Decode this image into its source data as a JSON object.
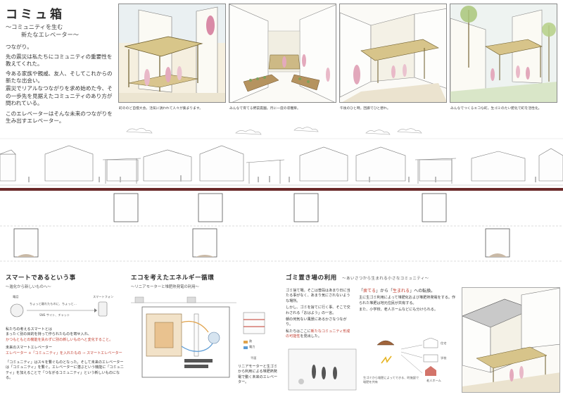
{
  "title": {
    "main": "コミュ箱",
    "sub_line1": "〜コミュニティを生む",
    "sub_line2": "新たなエレベーター〜",
    "paragraphs": [
      "つながり。",
      "先の震災は私たちにコミュニティの重要性を教えてくれた。",
      "今ある家族や親戚、友人、そしてこれからの新たな出会い。",
      "震災でリアルなつながりを求め始めた今、その一歩先を見据えたコミュニティのあり方が問われている。",
      "このエレベーターはそんな未来のつながりを生み出すエレベーター。"
    ]
  },
  "captions": [
    "町ののど自慢大会。活気に誘われて人々が集まります。",
    "みんなで育てる野菜農園。月に一度の収穫祭。",
    "午後のひと時。回廊でひと憩れ。",
    "みんなでつくるエコな町。生ゴミのたい肥化で町を活性化。"
  ],
  "col1": {
    "heading": "スマートであるという事",
    "subheading": "〜進化から新しいものへ〜",
    "diagram_labels": {
      "left": "電話",
      "mid_top": "ちょっと離れたものに、ちょっと…",
      "mid_bottom": "SNS サイト、チャット",
      "right": "スマートフォン"
    },
    "body1": "私たちの考えるスマートとは",
    "body2": "まったく別の目的を持って作られたものを寄せ入れ、",
    "body3_red": "かつもともとの機能を失わずに別の新しいものへと変化すること。",
    "future_label": "未来のスマートエレベーター",
    "formula_red": "エレベーター +「コミュニティ」を入れたもの → スマートエレベーター",
    "body4": "「コミュニティ」はスキを繋ぐものとなった。そして未来のエレベーターは「コミュニティ」を繋ぐ。エレベーターに潜ぶという機能に「コミュニティ」を加えることで「つながるコミュニティ」という新しいものになる。"
  },
  "col2": {
    "heading": "エコを考えたエネルギー循環",
    "subheading": "〜リニアモーターと堆肥熱発電の利用〜",
    "legend": [
      "熱",
      "電力"
    ],
    "plan_label": "平面",
    "body": "リニアモーターと生ゴミから利用による堆肥熱発電で動く未来のエレベーター。"
  },
  "col3": {
    "heading": "ゴミ置き場の利用",
    "subheading": "〜あいさつから生まれる小さなコミュニティ〜",
    "body1": "ゴミ捨て場。そこは普段はあまり日に当たる事がなく、あまり気にされないような場所。",
    "body2": "しかし、ゴミを捨てに行く事、そこで交わされる「おはよう」の一言。",
    "body3": "朝の何気ない風景にあるかさなつながり。",
    "body4_prefix": "私たちはここに",
    "body4_red": "新たなコミュニティ形成の可能性",
    "body4_suffix": "を見出した。",
    "quote_prefix": "「",
    "quote_a": "捨てる",
    "quote_mid": "」から「",
    "quote_b": "生まれる",
    "quote_suffix": "」への転換。",
    "body5": "主に生ゴミ利用によって堆肥化および堆肥熱発電をする。作られた堆肥は地元住民が共有する。",
    "body6": "また、小学校、老人ホームなどにも分けられる。",
    "nodes": [
      "住宅",
      "学校",
      "老人ホーム"
    ],
    "note": "生ゴミから堆肥によってできる、町施設で堆肥を共有"
  },
  "colors": {
    "accent_red": "#c0392b",
    "ground": "#6b2a2a",
    "line": "#555555"
  }
}
